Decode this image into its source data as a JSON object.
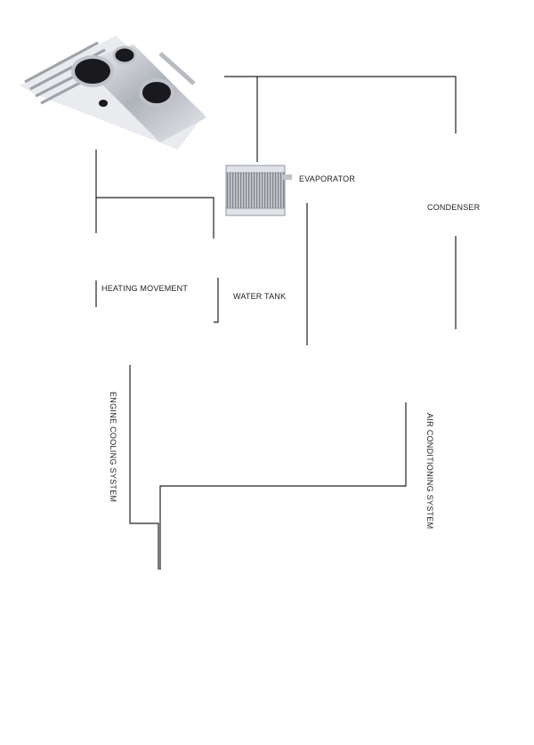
{
  "labels": {
    "evaporator": "EVAPORATOR",
    "condenser": "CONDENSER",
    "heating_movement": "HEATING MOVEMENT",
    "water_tank": "WATER TANK",
    "engine_cooling_system": "ENGINE COOLING SYSTEM",
    "air_conditioning_system": "AIR CONDITIONING SYSTEM"
  },
  "colors": {
    "connector_line": "#222222",
    "aluminum": "#c9ccd1",
    "car_body": "#9aa0a6",
    "coolant_red": "#d8323a",
    "ac_blue": "#7fa7d6"
  },
  "icons": {
    "tubes": "aluminum-tubes-icon",
    "evaporator": "evaporator-icon",
    "condenser": "condenser-icon",
    "heater_core": "heater-core-icon",
    "radiator": "radiator-icon",
    "engine_cooling": "engine-cooling-icon",
    "ac_system": "ac-system-icon",
    "car": "car-cutaway-icon"
  }
}
